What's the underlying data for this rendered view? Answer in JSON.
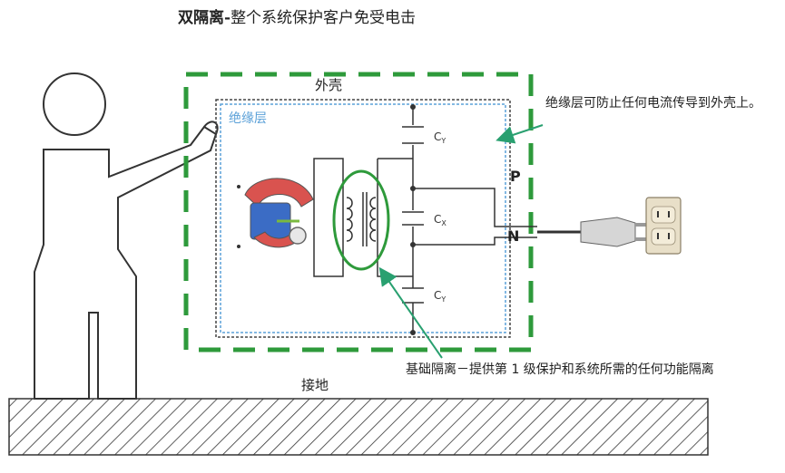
{
  "title": {
    "bold": "双隔离-",
    "rest": "整个系统保护客户免受电击"
  },
  "labels": {
    "outer_case": "外壳",
    "insulation_layer": "绝缘层",
    "ground": "接地",
    "cap_y_top": "C",
    "cap_y_top_sub": "Y",
    "cap_x": "C",
    "cap_x_sub": "X",
    "cap_y_bottom": "C",
    "cap_y_bottom_sub": "Y",
    "pin_p": "P",
    "pin_n": "N"
  },
  "callouts": {
    "insulation": "绝缘层可防止任何电流传导到外壳上。",
    "basic_isolation": "基础隔离－提供第 1 级保护和系统所需的任何功能隔离"
  },
  "colors": {
    "green_dash": "#2e9a3b",
    "insulation_blue": "#5aa0d8",
    "callout_arrow": "#29a070"
  }
}
